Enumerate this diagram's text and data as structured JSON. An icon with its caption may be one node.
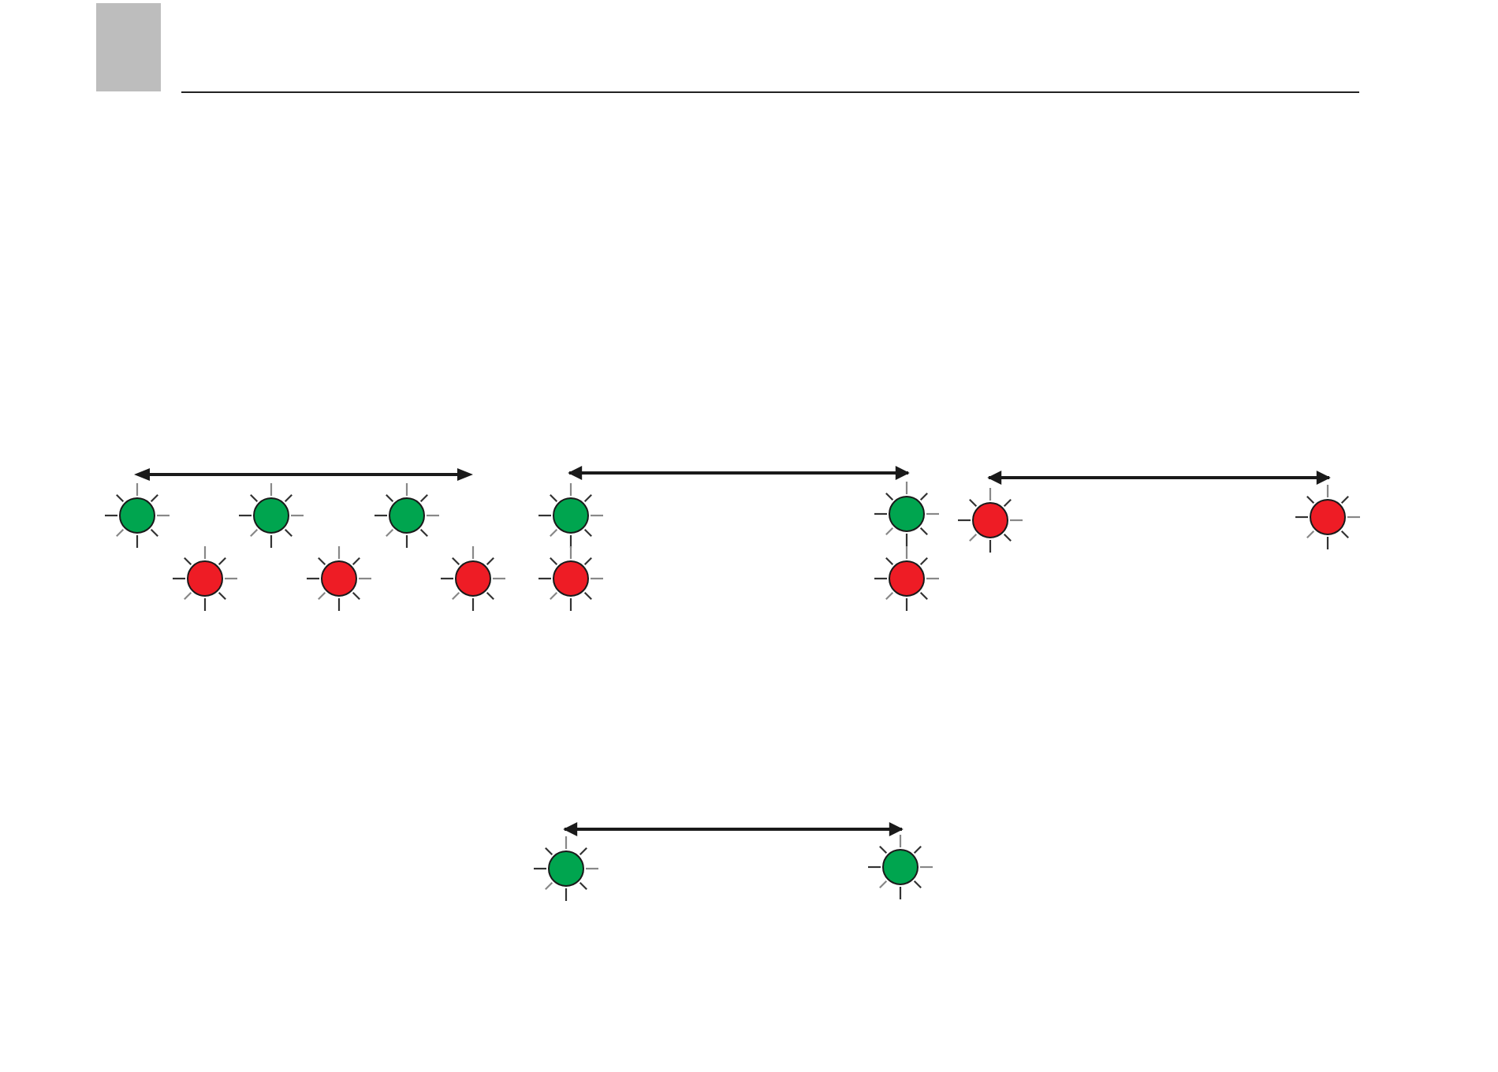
{
  "diagram": {
    "nodes": [
      {
        "text": [],
        "shape": "circle"
      },
      {
        "text": [],
        "shape": "circle"
      },
      {
        "text": [],
        "shape": "circle"
      },
      {
        "text": [],
        "shape": "circle"
      },
      {
        "text": [],
        "shape": "circle"
      },
      {
        "text": [],
        "shape": "circle"
      },
      {
        "text": [],
        "shape": "circle"
      },
      {
        "text": [],
        "shape": "circle"
      },
      {
        "text": [],
        "shape": "circle"
      },
      {
        "text": [],
        "shape": "circle"
      },
      {
        "text": [],
        "shape": "circle"
      },
      {
        "text": [],
        "shape": "circle"
      },
      {
        "text": [],
        "shape": "circle"
      },
      {
        "text": [],
        "shape": "circle"
      }
    ],
    "edges": [
      {
        "from": 6,
        "to": 7,
        "arrow": "both"
      },
      {
        "from": 10,
        "to": 11,
        "arrow": "both"
      },
      {
        "from": 12,
        "to": 13,
        "arrow": "both"
      }
    ]
  }
}
